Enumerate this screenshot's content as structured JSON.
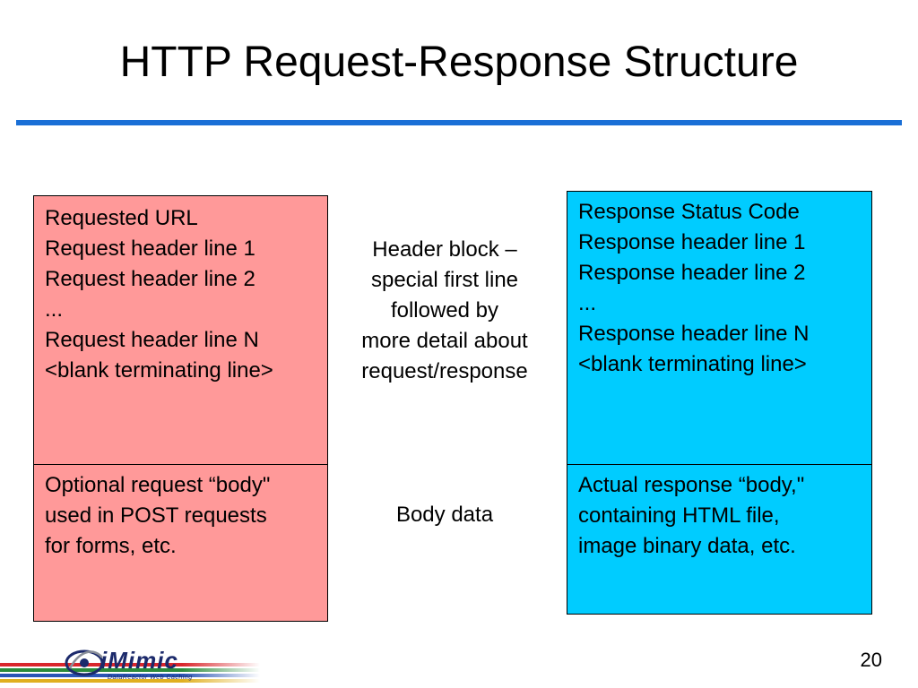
{
  "title": "HTTP Request-Response Structure",
  "request": {
    "header_lines": [
      "Requested URL",
      "Request header line 1",
      "Request header line 2",
      "...",
      "Request header line N",
      "<blank terminating line>"
    ],
    "body_lines": [
      "Optional request “body\"",
      "used in POST requests",
      "for forms, etc."
    ]
  },
  "middle": {
    "header_lines": [
      "Header block –",
      "special first line",
      "followed by",
      "more detail about",
      "request/response"
    ],
    "body_label": "Body data"
  },
  "response": {
    "header_lines": [
      "Response Status Code",
      "Response header line 1",
      "Response header line 2",
      "...",
      "Response header line N",
      "<blank terminating line>"
    ],
    "body_lines": [
      "Actual response “body,\"",
      "containing HTML file,",
      "image binary data, etc."
    ]
  },
  "footer": {
    "logo_text": "iMimic",
    "logo_tagline": "DataReactor Web Caching",
    "page_number": "20"
  },
  "colors": {
    "request_fill": "#ff9999",
    "response_fill": "#00ccff",
    "title_rule": "#1a6fd6"
  }
}
